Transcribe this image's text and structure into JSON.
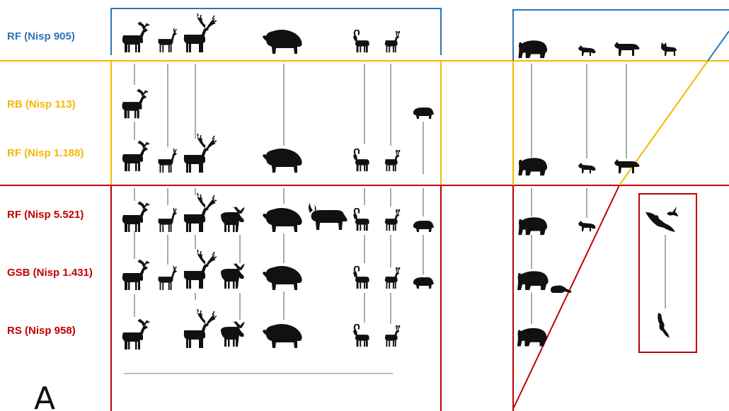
{
  "panel_letter": "A",
  "colors": {
    "blue": "#2e75b6",
    "yellow": "#f5b800",
    "red": "#c00000",
    "silhouette": "#111111",
    "connector": "#555555"
  },
  "rows": [
    {
      "key": "r1",
      "label": "RF (Nisp 905)",
      "color": "blue",
      "taxa": [
        "red-deer",
        "roe-deer",
        "giant-deer",
        "bison",
        "ibex",
        "chamois",
        "bear",
        "fox",
        "wolf",
        "cat"
      ]
    },
    {
      "key": "r2",
      "label": "RB (Nisp 113)",
      "color": "yellow",
      "taxa": [
        "red-deer",
        "boar"
      ]
    },
    {
      "key": "r3",
      "label": "RF (Nisp 1.188)",
      "color": "yellow",
      "taxa": [
        "red-deer",
        "roe-deer",
        "giant-deer",
        "bison",
        "ibex",
        "chamois",
        "bear",
        "fox",
        "wolf"
      ]
    },
    {
      "key": "r4",
      "label": "RF (Nisp 5.521)",
      "color": "red",
      "taxa": [
        "red-deer",
        "roe-deer",
        "giant-deer",
        "moose",
        "bison",
        "aurochs",
        "ibex",
        "chamois",
        "boar",
        "bear",
        "fox",
        "vulture",
        "raven"
      ]
    },
    {
      "key": "r5",
      "label": "GSB (Nisp 1.431)",
      "color": "red",
      "taxa": [
        "red-deer",
        "roe-deer",
        "giant-deer",
        "moose",
        "bison",
        "ibex",
        "chamois",
        "boar",
        "bear",
        "beaver"
      ]
    },
    {
      "key": "r6",
      "label": "RS (Nisp 958)",
      "color": "red",
      "taxa": [
        "red-deer",
        "giant-deer",
        "moose",
        "bison",
        "ibex",
        "chamois",
        "bear",
        "eagle"
      ]
    }
  ],
  "icons": {
    "red-deer": "red-deer-icon",
    "roe-deer": "roe-deer-icon",
    "giant-deer": "giant-deer-icon",
    "moose": "moose-icon",
    "bison": "bison-icon",
    "aurochs": "aurochs-icon",
    "ibex": "ibex-icon",
    "chamois": "chamois-icon",
    "boar": "boar-icon",
    "bear": "bear-icon",
    "fox": "fox-icon",
    "wolf": "wolf-icon",
    "cat": "wildcat-icon",
    "beaver": "beaver-icon",
    "vulture": "vulture-icon",
    "raven": "raven-icon",
    "eagle": "eagle-icon"
  }
}
